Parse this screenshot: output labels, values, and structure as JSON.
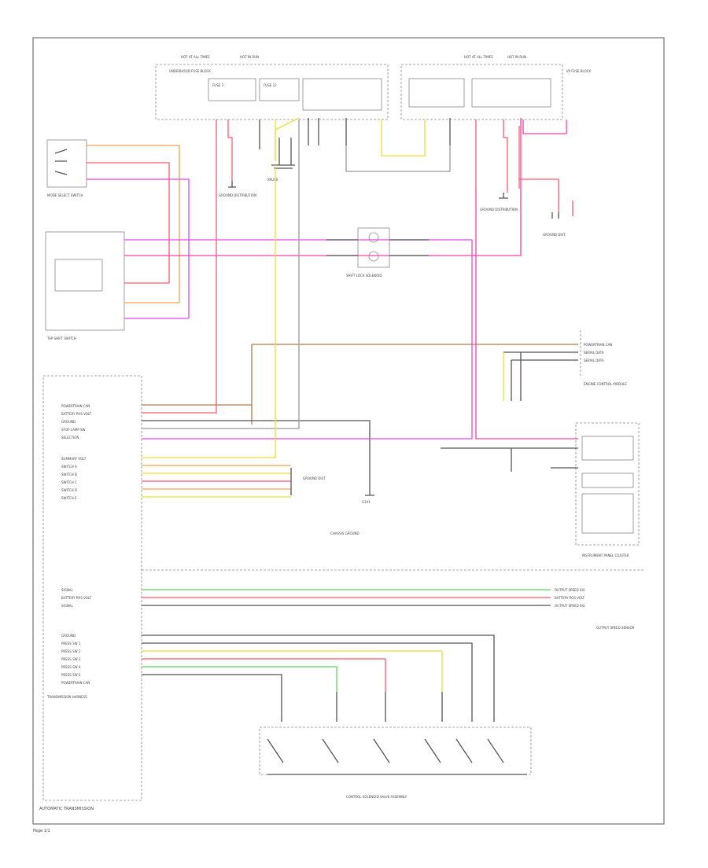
{
  "diagram": {
    "caption_left": "AUTOMATIC TRANSMISSION",
    "page_ref": "Page 1/1",
    "components": {
      "power_fuse_box_left": "UNDERHOOD FUSE BLOCK",
      "power_fuse_box_right": "I/P FUSE BLOCK",
      "mode_switch": "MODE SELECT SWITCH",
      "shift_switch": "TAP SHIFT SWITCH",
      "shift_lock": "SHIFT LOCK SOLENOID",
      "engine_module": "ENGINE CONTROL MODULE",
      "cluster": "INSTRUMENT PANEL CLUSTER",
      "speed_sensor": "OUTPUT SPEED SENSOR",
      "valve_body": "TRANSMISSION HARNESS",
      "solenoid_assembly": "CONTROL SOLENOID VALVE ASSEMBLY",
      "ground_left": "GROUND DISTRIBUTION",
      "ground_right": "GROUND DISTRIBUTION",
      "ground_mid": "G101"
    },
    "pin_labels_left": [
      "POWERTRAIN CAN",
      "BATTERY POS VOLT",
      "GROUND",
      "STOP LAMP SW",
      "SELECTION"
    ],
    "pin_labels_mid": [
      "SUMMARY VOLT",
      "SWITCH A",
      "SWITCH B",
      "SWITCH C",
      "SWITCH D",
      "SWITCH E"
    ],
    "pin_labels_lower": [
      "SIGNAL",
      "BATTERY POS VOLT",
      "SIGNAL"
    ],
    "pin_labels_bottom": [
      "GROUND",
      "PRESS SW 1",
      "PRESS SW 2",
      "PRESS SW 3",
      "PRESS SW 4",
      "PRESS SW 5",
      "POWERTRAIN CAN"
    ],
    "colors": {
      "black": "#555555",
      "gray": "#9a9a9a",
      "pink": "#ff3da6",
      "magenta": "#e845e8",
      "red": "#ff5a6e",
      "yellow": "#eedd33",
      "orange": "#f4a24c",
      "brown": "#b07a4a",
      "green": "#5cd65c"
    }
  }
}
